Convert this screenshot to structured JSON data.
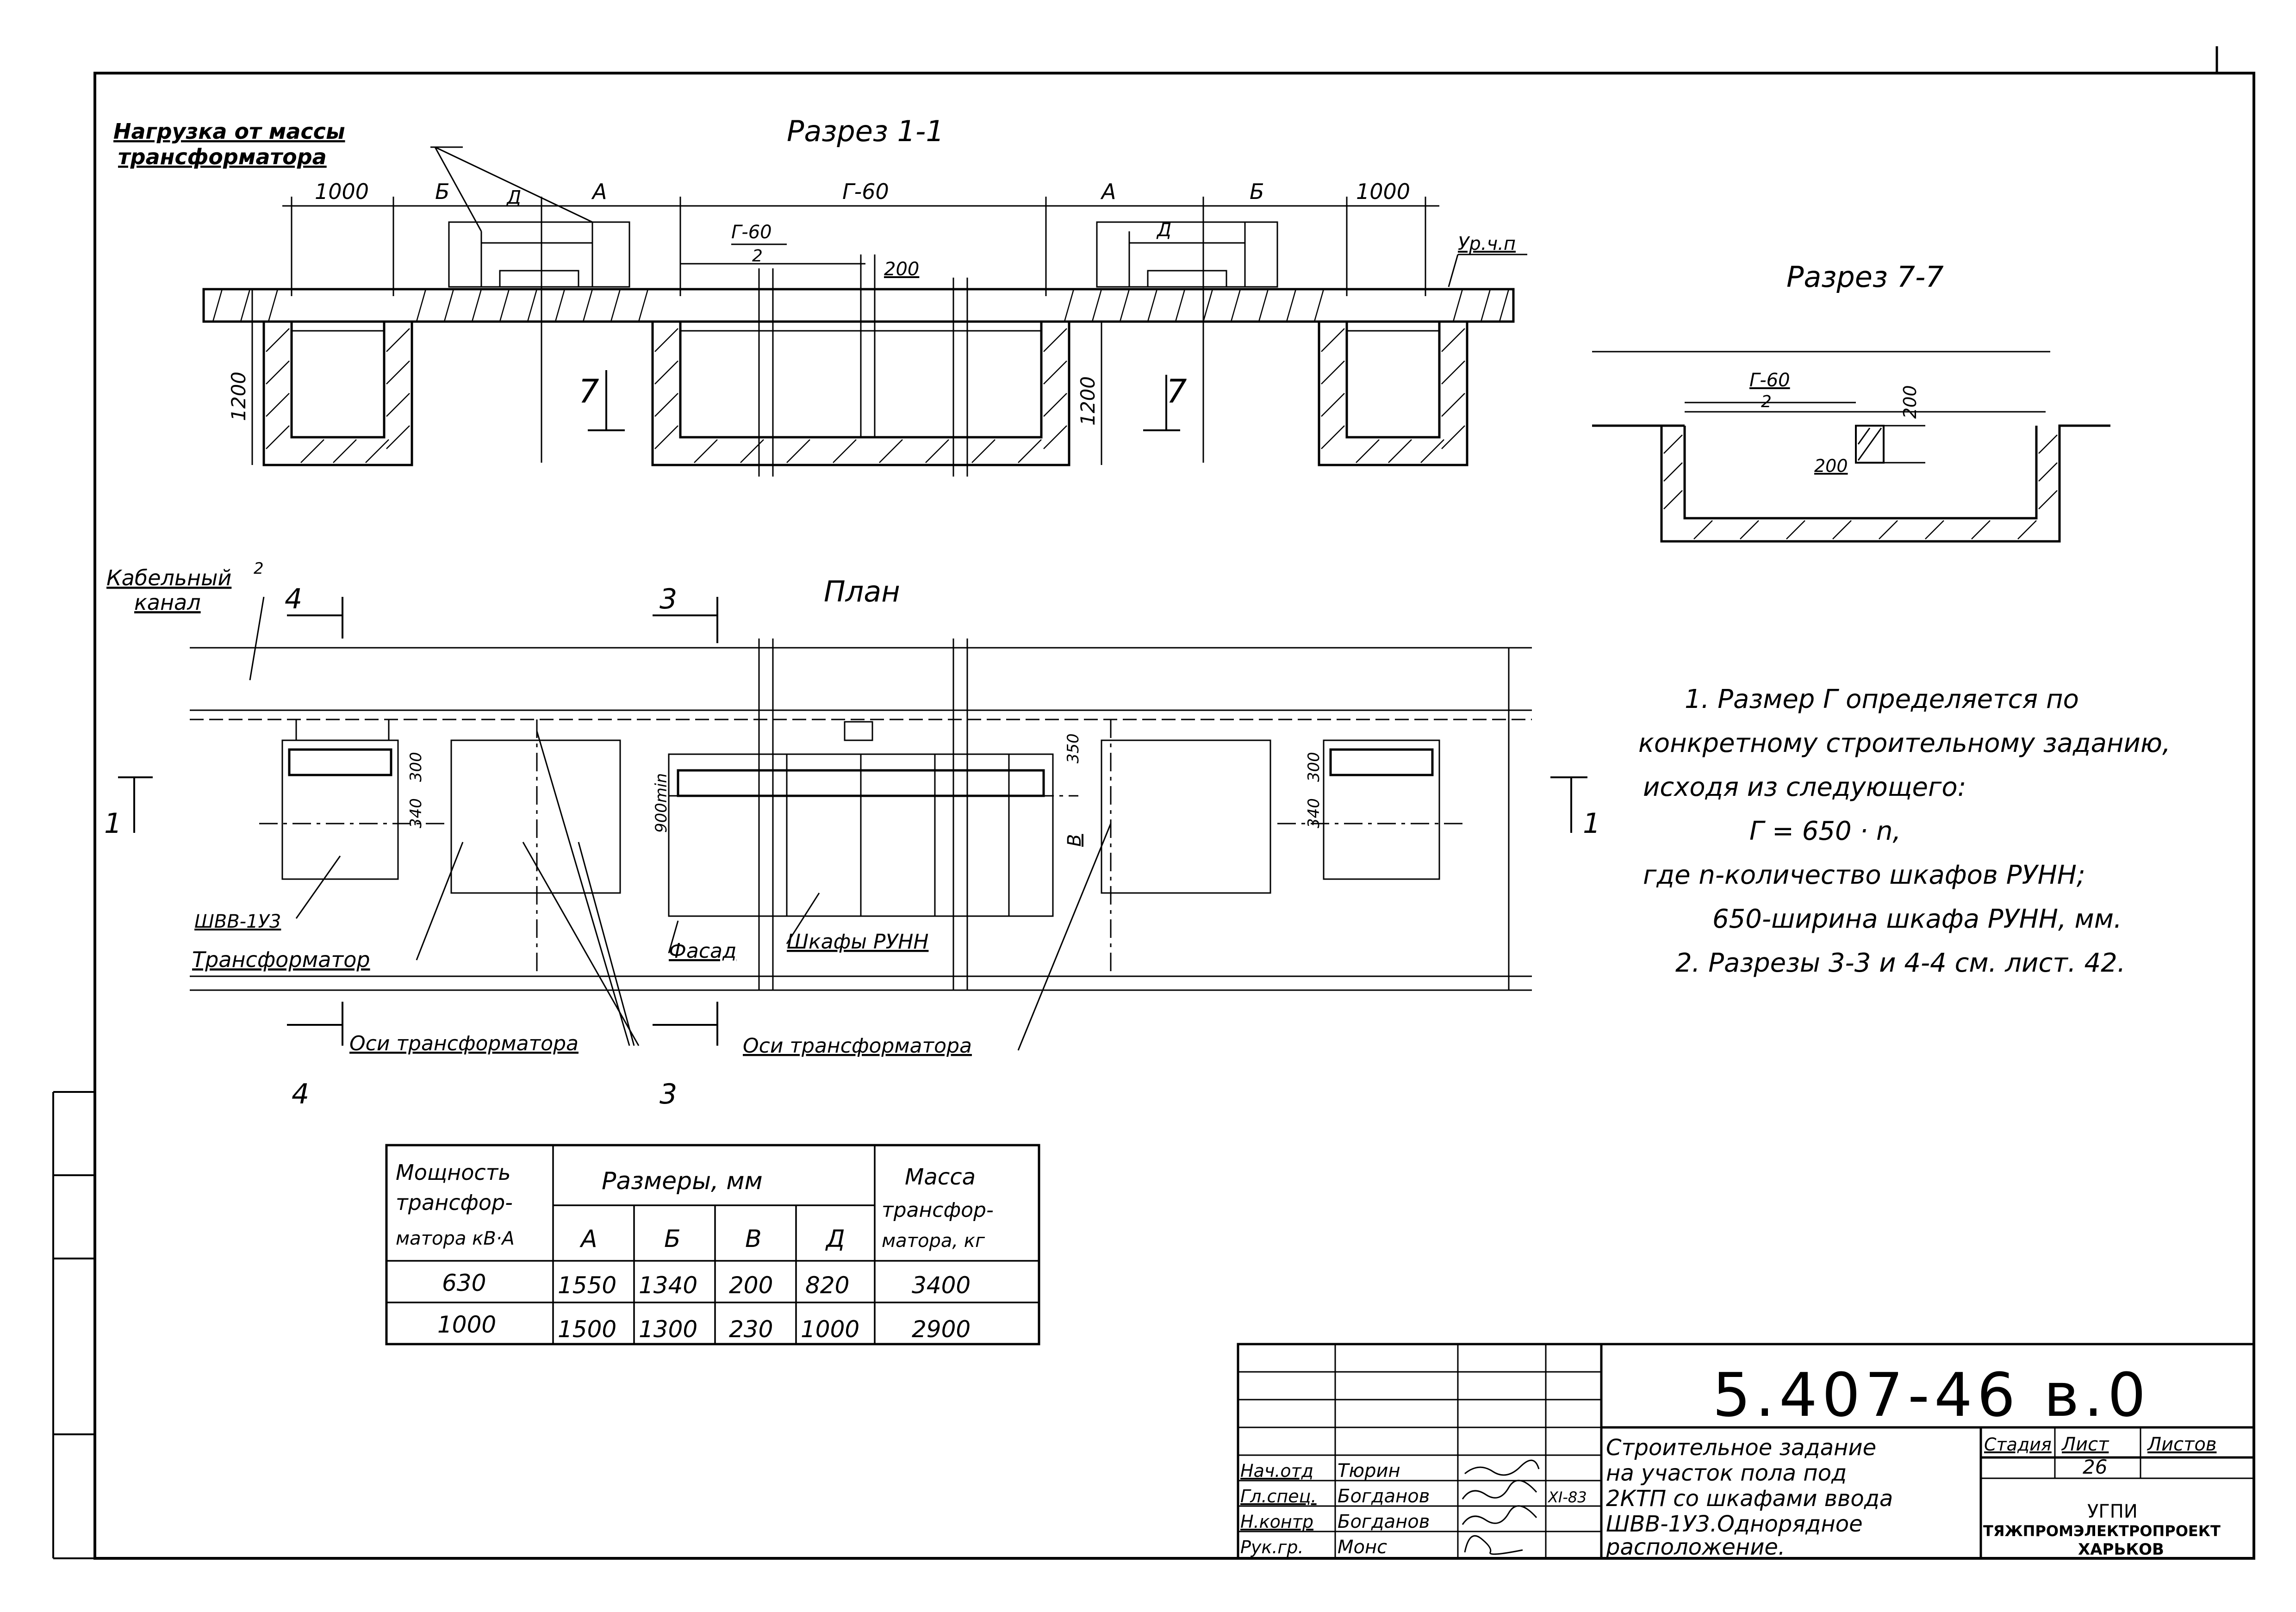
{
  "section_1_1": {
    "title": "Разрез 1-1",
    "load_label_line1": "Нагрузка от массы",
    "load_label_line2": "трансформатора",
    "dim_1000": "1000",
    "dim_b": "Б",
    "dim_a": "А",
    "dim_g60": "Г-60",
    "dim_g60_half_num": "Г-60",
    "dim_g60_half_den": "2",
    "dim_200": "200",
    "dim_d": "Д",
    "dim_1200": "1200",
    "floor_level": "Ур.ч.п",
    "cut_mark": "7"
  },
  "section_7_7": {
    "title": "Разрез 7-7",
    "dim_g60_num": "Г-60",
    "dim_g60_den": "2",
    "dim_200_v": "200",
    "dim_200_h": "200"
  },
  "plan": {
    "title": "План",
    "cable_channel_line1": "Кабельный",
    "cable_channel_line2": "канал",
    "cable_channel_sup": "2",
    "cut_4": "4",
    "cut_3": "3",
    "cut_1": "1",
    "dim_340": "340",
    "dim_300": "300",
    "dim_900min": "900min",
    "dim_350": "350",
    "dim_v": "В",
    "label_shvv": "ШВВ-1У3",
    "label_transformer": "Трансформатор",
    "label_facade": "Фасад",
    "label_ruhn": "Шкафы РУНН",
    "label_axes": "Оси трансформатора"
  },
  "notes": [
    "1. Размер Г определяется по",
    "конкретному строительному заданию,",
    "исходя из следующего:",
    "Г = 650 · n,",
    "где n-количество шкафов РУНН;",
    "650-ширина шкафа РУНН, мм.",
    "2. Разрезы 3-3 и 4-4 см. лист. 42."
  ],
  "table": {
    "h_power": [
      "Мощность",
      "трансфор-",
      "матора кВ·А"
    ],
    "h_sizes": "Размеры, мм",
    "h_mass": [
      "Масса",
      "трансфор-",
      "матора, кг"
    ],
    "cols": [
      "А",
      "Б",
      "В",
      "Д"
    ],
    "rows": [
      [
        "630",
        "1550",
        "1340",
        "200",
        "820",
        "3400"
      ],
      [
        "1000",
        "1500",
        "1300",
        "230",
        "1000",
        "2900"
      ]
    ]
  },
  "title_block": {
    "code": "5.407-46 в.0",
    "description": [
      "Строительное задание",
      "на участок пола под",
      "2КТП со шкафами ввода",
      "ШВВ-1У3.Однорядное",
      "расположение."
    ],
    "col_stage": "Стадия",
    "col_sheet": "Лист",
    "col_sheets": "Листов",
    "sheet_no": "26",
    "org_line1": "УГПИ",
    "org_line2": "ТЯЖПРОМЭЛЕКТРОПРОЕКТ",
    "org_line3": "ХАРЬКОВ",
    "roles": [
      "Нач.отд",
      "Гл.спец.",
      "Н.контр",
      "Рук.гр."
    ],
    "names": [
      "Тюрин",
      "Богданов",
      "Богданов",
      "Монс"
    ],
    "date": "XI-83"
  }
}
